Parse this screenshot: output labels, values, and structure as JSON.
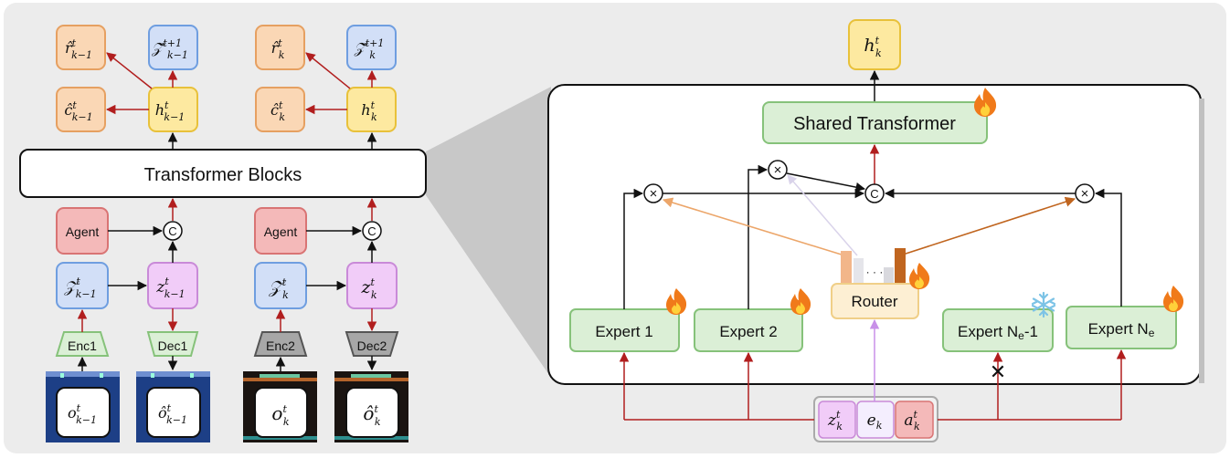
{
  "colors": {
    "panel_bg": "#ececec",
    "orange_fill": "#fad7b5",
    "orange_stroke": "#e6a061",
    "blue_fill": "#d2dff7",
    "blue_stroke": "#6f9ee0",
    "yellow_fill": "#fde9a0",
    "yellow_stroke": "#e8c13a",
    "red_fill": "#f4b9b9",
    "red_stroke": "#d97474",
    "violet_fill": "#f1ccf8",
    "violet_stroke": "#c98ad8",
    "green_fill": "#dbefd6",
    "green_stroke": "#86c27a",
    "gray_fill": "#a7a7a7",
    "gray_stroke": "#555555",
    "arrow_red": "#b11e1e",
    "arrow_violet": "#c890e8",
    "arrow_orange": "#eca66a",
    "arrow_brown": "#c0651f",
    "frame_bg": "#1d3f86",
    "frame_dark_bg": "#1a1411"
  },
  "left": {
    "transformer_blocks": "Transformer Blocks",
    "k_minus_1": {
      "r_hat": {
        "base": "r̂",
        "sup": "t",
        "sub": "k−1"
      },
      "z_hat_next": {
        "base": "𝒵̂",
        "sup": "t+1",
        "sub": "k−1"
      },
      "c_hat": {
        "base": "ĉ",
        "sup": "t",
        "sub": "k−1"
      },
      "h": {
        "base": "h",
        "sup": "t",
        "sub": "k−1"
      },
      "agent": "Agent",
      "concat": "C",
      "Z": {
        "base": "𝒵",
        "sup": "t",
        "sub": "k−1"
      },
      "z": {
        "base": "z",
        "sup": "t",
        "sub": "k−1"
      },
      "enc": "Enc1",
      "dec": "Dec1",
      "o": {
        "base": "o",
        "sup": "t",
        "sub": "k−1"
      },
      "o_hat": {
        "base": "ô",
        "sup": "t",
        "sub": "k−1"
      }
    },
    "k": {
      "r_hat": {
        "base": "r̂",
        "sup": "t",
        "sub": "k"
      },
      "z_hat_next": {
        "base": "𝒵̂",
        "sup": "t+1",
        "sub": "k"
      },
      "c_hat": {
        "base": "ĉ",
        "sup": "t",
        "sub": "k"
      },
      "h": {
        "base": "h",
        "sup": "t",
        "sub": "k"
      },
      "agent": "Agent",
      "concat": "C",
      "Z": {
        "base": "𝒵",
        "sup": "t",
        "sub": "k"
      },
      "z": {
        "base": "z",
        "sup": "t",
        "sub": "k"
      },
      "enc": "Enc2",
      "dec": "Dec2",
      "o": {
        "base": "o",
        "sup": "t",
        "sub": "k"
      },
      "o_hat": {
        "base": "ô",
        "sup": "t",
        "sub": "k"
      }
    }
  },
  "right": {
    "output": {
      "base": "h",
      "sup": "t",
      "sub": "k"
    },
    "shared_transformer": "Shared Transformer",
    "concat": "C",
    "multiply": "×",
    "router": "Router",
    "router_dots": "· · ·",
    "experts": [
      "Expert 1",
      "Expert 2"
    ],
    "expert_ne_minus_1": {
      "base": "Expert N",
      "sub": "e",
      "suffix": "-1"
    },
    "expert_ne": {
      "base": "Expert N",
      "sub": "e"
    },
    "blocked_mark": "✕",
    "inputs": {
      "z": {
        "base": "z",
        "sup": "t",
        "sub": "k"
      },
      "e": {
        "base": "e",
        "sub": "k"
      },
      "a": {
        "base": "a",
        "sup": "t",
        "sub": "k"
      }
    },
    "trainable_icon": "flame-icon",
    "frozen_icon": "snowflake-icon"
  }
}
